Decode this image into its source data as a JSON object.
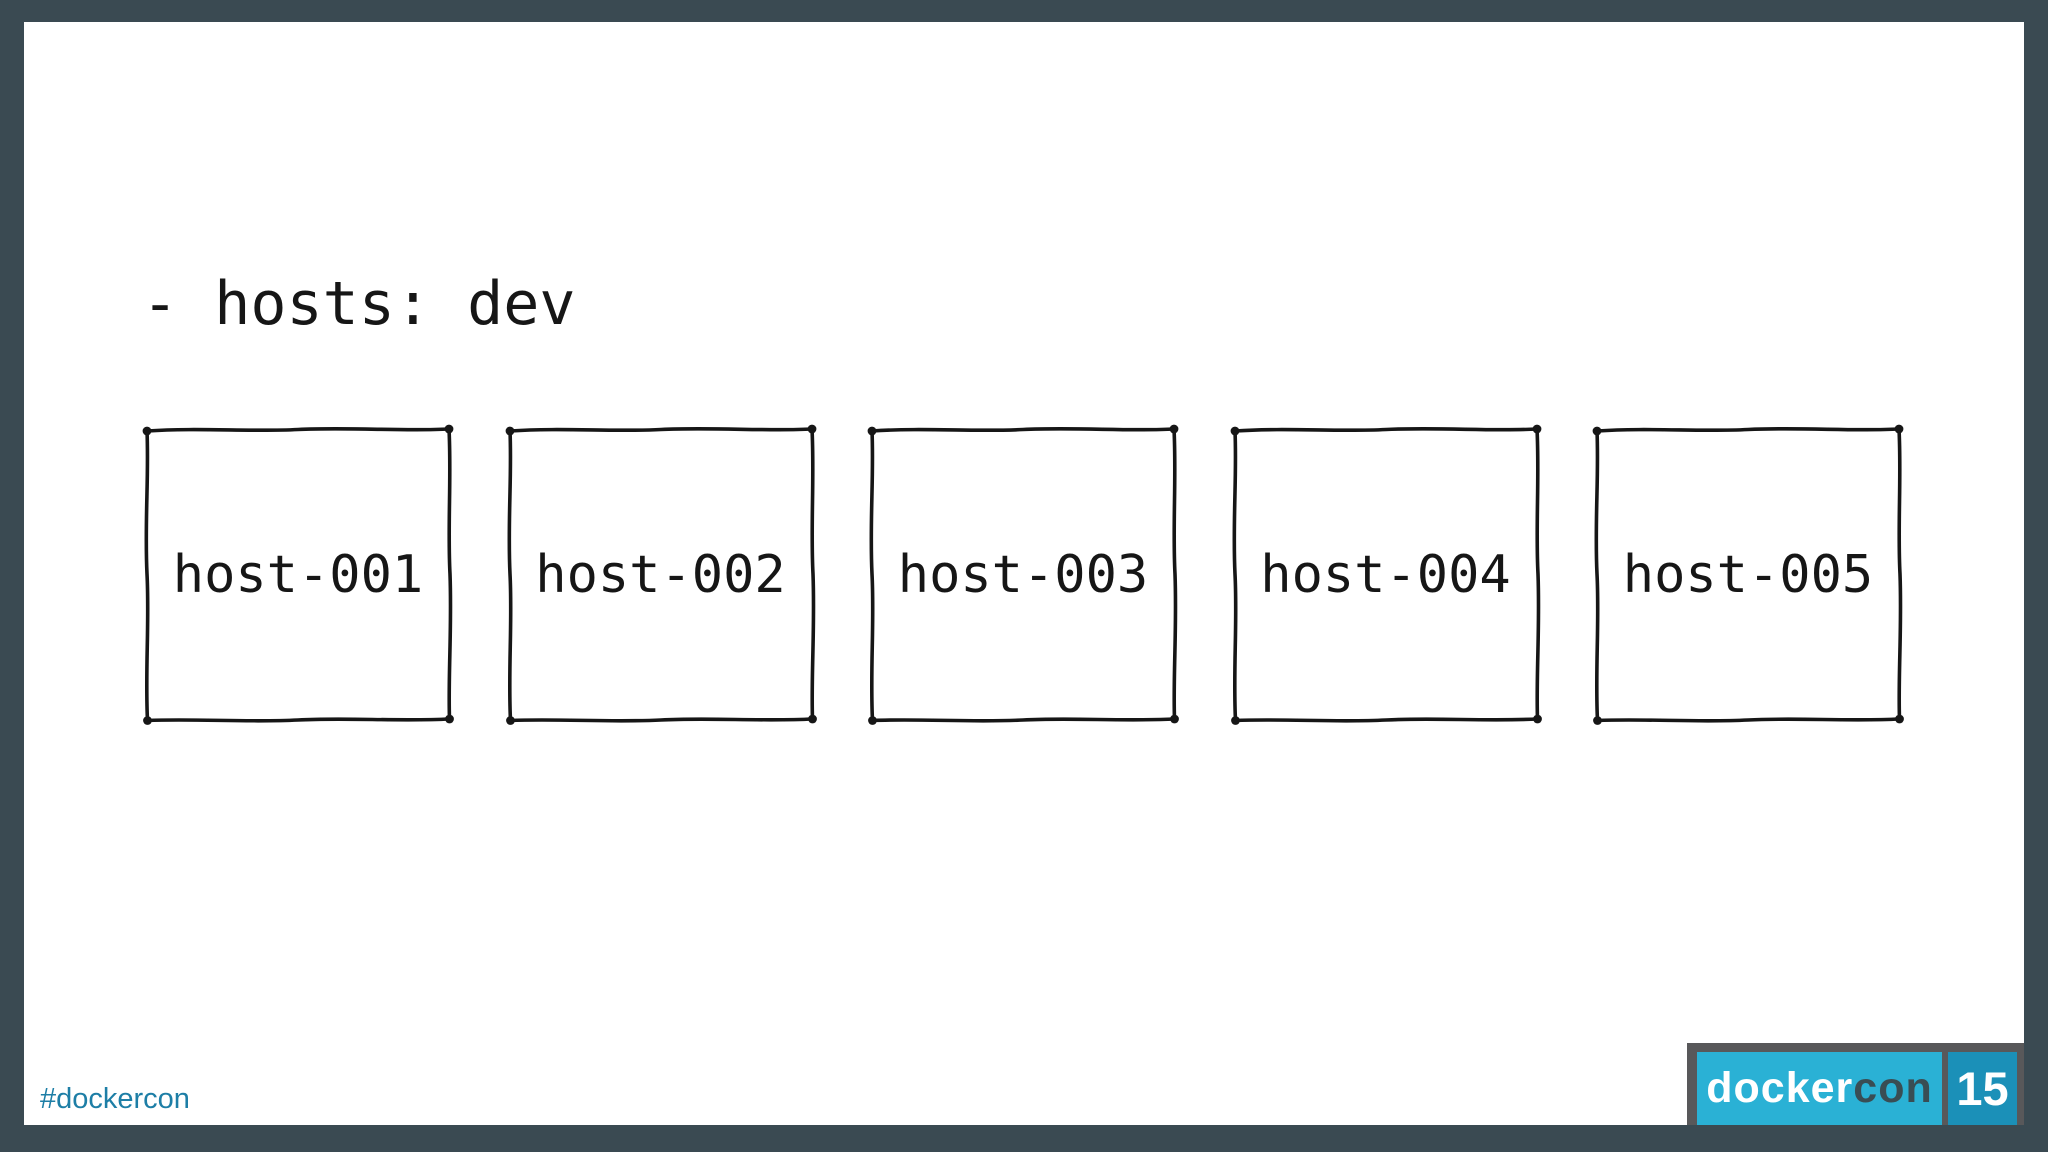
{
  "slide": {
    "title": "- hosts: dev",
    "hosts": [
      {
        "label": "host-001"
      },
      {
        "label": "host-002"
      },
      {
        "label": "host-003"
      },
      {
        "label": "host-004"
      },
      {
        "label": "host-005"
      }
    ],
    "footer": {
      "hashtag": "#dockercon"
    },
    "logo": {
      "brand_docker": "docker",
      "brand_con": "con",
      "year": "15"
    },
    "colors": {
      "frame": "#3a4a52",
      "canvas": "#ffffff",
      "ink": "#161616",
      "hashtag_text": "#1d7ea6",
      "logo_light_blue": "#2ab1d5",
      "logo_dark_blue": "#1b90b8",
      "logo_gray": "#58585a",
      "logo_con_text": "#394d54"
    }
  }
}
